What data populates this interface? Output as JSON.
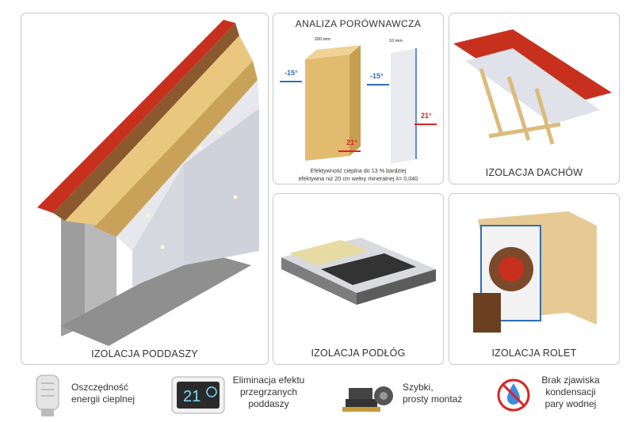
{
  "panels": {
    "attic": {
      "caption": "IZOLACJA PODDASZY"
    },
    "comparison": {
      "title": "ANALIZA PORÓWNAWCZA",
      "cold_temp_left": "-15°",
      "cold_temp_right": "-15°",
      "warm_temp_left": "21°",
      "warm_temp_right": "21°",
      "thickness_wool": "200 mm",
      "thickness_foil": "10 mm",
      "note_line1": "Efektywność cieplna do 13 % bardziej",
      "note_line2": "efektywna niż 20 cm wełny mineralnej λ= 0,040"
    },
    "roof": {
      "caption": "IZOLACJA DACHÓW"
    },
    "floor": {
      "caption": "IZOLACJA PODŁÓG"
    },
    "shutter": {
      "caption": "IZOLACJA ROLET"
    }
  },
  "features": [
    {
      "icon": "radiator-thermostat-icon",
      "line1": "Oszczędność",
      "line2": "energii cieplnej",
      "line3": ""
    },
    {
      "icon": "thermostat-display-icon",
      "display": "21",
      "line1": "Eliminacja efektu",
      "line2": "przegrzanych",
      "line3": "poddaszy"
    },
    {
      "icon": "stapler-tools-icon",
      "line1": "Szybki,",
      "line2": "prosty montaż",
      "line3": ""
    },
    {
      "icon": "no-condensation-icon",
      "line1": "Brak zjawiska",
      "line2": "kondensacji",
      "line3": "pary wodnej"
    }
  ],
  "colors": {
    "border": "#c9c9c9",
    "wood": "#e9c77e",
    "tile_red": "#c8301e",
    "foil": "#e6e8ee",
    "accent_blue": "#2f6fb6",
    "accent_red": "#dd2222"
  }
}
